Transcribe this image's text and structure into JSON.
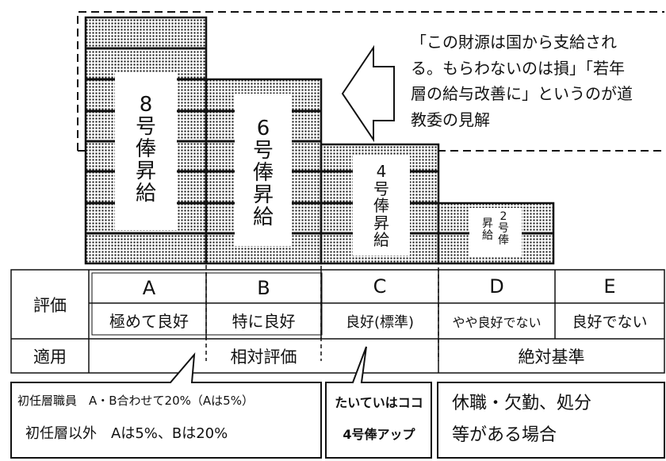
{
  "quote": {
    "lines": [
      "「この財源は国から支給され",
      "る。もらわないのは損」「若年",
      "層の給与改善に」というのが道",
      "教委の見解"
    ]
  },
  "steps": [
    {
      "id": "step-8",
      "chars": [
        "8",
        "号",
        "俸",
        "昇",
        "給"
      ]
    },
    {
      "id": "step-6",
      "chars": [
        "6",
        "号",
        "俸",
        "昇",
        "給"
      ]
    },
    {
      "id": "step-4",
      "chars": [
        "4",
        "号",
        "俸",
        "昇",
        "給"
      ]
    },
    {
      "id": "step-2",
      "col1": [
        "昇",
        "給"
      ],
      "col2": [
        "2",
        "号",
        "俸"
      ]
    }
  ],
  "table": {
    "row_header_eval": "評価",
    "row_header_apply": "適用",
    "grades": [
      {
        "letter": "A",
        "desc": "極めて良好"
      },
      {
        "letter": "B",
        "desc": "特に良好"
      },
      {
        "letter": "C",
        "desc": "良好(標準)"
      },
      {
        "letter": "D",
        "desc": "やや良好でない"
      },
      {
        "letter": "E",
        "desc": "良好でない"
      }
    ],
    "relative": "相対評価",
    "absolute": "絶対基準"
  },
  "callouts": {
    "left_line1": "初任層職員　A・B合わせて20%（Aは5%）",
    "left_line2": "初任層以外　Aは5%、Bは20%",
    "mid_line1": "たいていはココ",
    "mid_line2": "4号俸アップ",
    "right_line1": "休職・欠勤、処分",
    "right_line2": "等がある場合"
  }
}
